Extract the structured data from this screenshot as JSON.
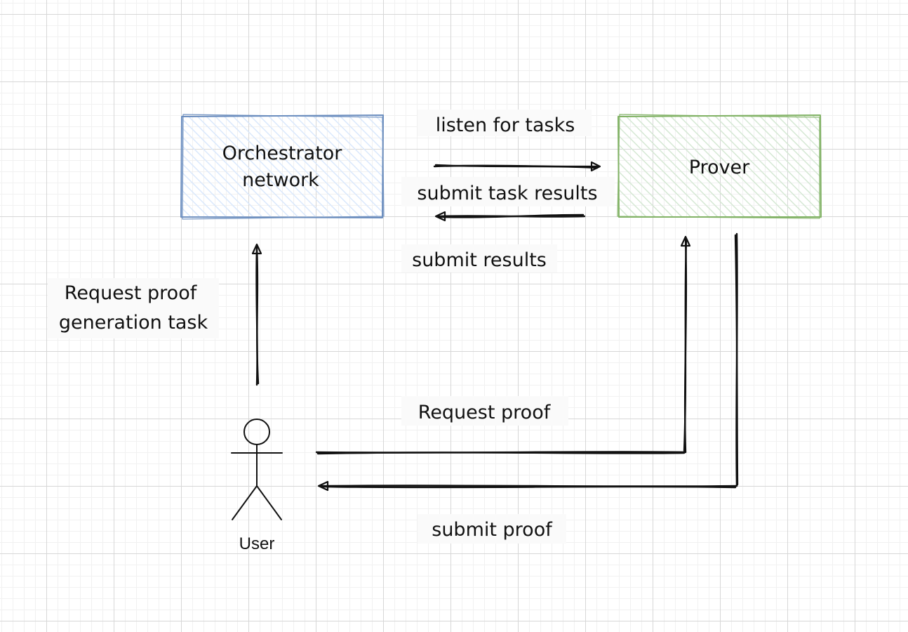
{
  "nodes": {
    "orchestrator": {
      "lines": [
        "Orchestrator",
        "network"
      ],
      "stroke": "#6c8ebf",
      "fill": "#dae8fc"
    },
    "prover": {
      "lines": [
        "Prover"
      ],
      "stroke": "#82b366",
      "fill": "#d5e8d4"
    },
    "user": {
      "label": "User"
    }
  },
  "edges": {
    "listen_for_tasks": "listen for tasks",
    "submit_task_results": "submit task results",
    "submit_results": "submit results",
    "request_proof_generation_task": [
      "Request proof",
      "generation task"
    ],
    "request_proof": "Request proof",
    "submit_proof": "submit proof"
  }
}
